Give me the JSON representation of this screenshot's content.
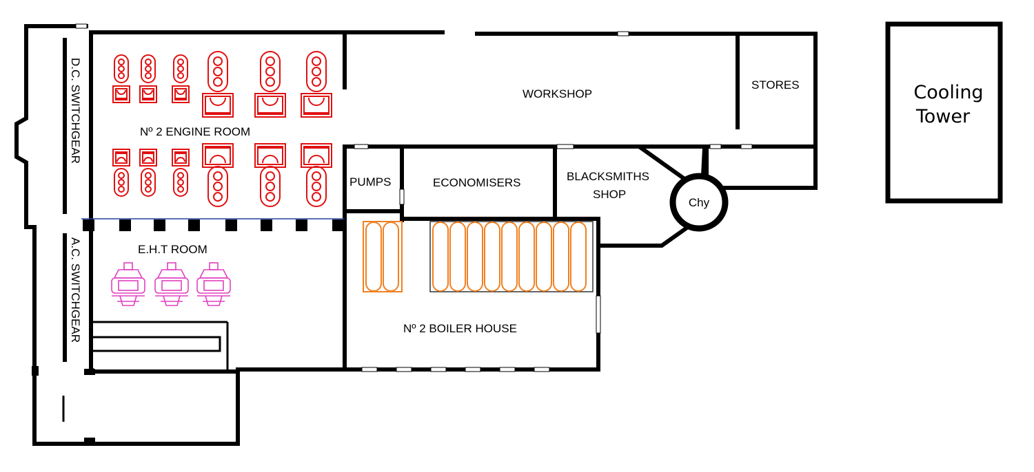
{
  "rooms": {
    "dc_switchgear": "D.C.   SWITCHGEAR",
    "ac_switchgear": "A.C.   SWITCHGEAR",
    "engine_room": "Nº 2   ENGINE   ROOM",
    "eht_room": "E.H.T   ROOM",
    "workshop": "WORKSHOP",
    "stores": "STORES",
    "pumps": "PUMPS",
    "economisers": "ECONOMISERS",
    "blacksmiths_line1": "BLACKSMITHS",
    "blacksmiths_line2": "SHOP",
    "chimney": "Chy",
    "boiler_house": "Nº 2   BOILER   HOUSE",
    "cooling_tower_line1": "Cooling",
    "cooling_tower_line2": "Tower"
  },
  "colors": {
    "walls": "#000000",
    "engines": "#e01010",
    "boilers": "#f08020",
    "eht_equipment": "#e040c0",
    "pillar_line": "#2040a0"
  },
  "engine_room": {
    "engines_per_row": 6
  },
  "eht_room": {
    "transformer_count": 3
  },
  "boiler_house": {
    "left_bank_boilers": 2,
    "main_bank_boilers": 9
  },
  "pillars": {
    "count": 8
  }
}
